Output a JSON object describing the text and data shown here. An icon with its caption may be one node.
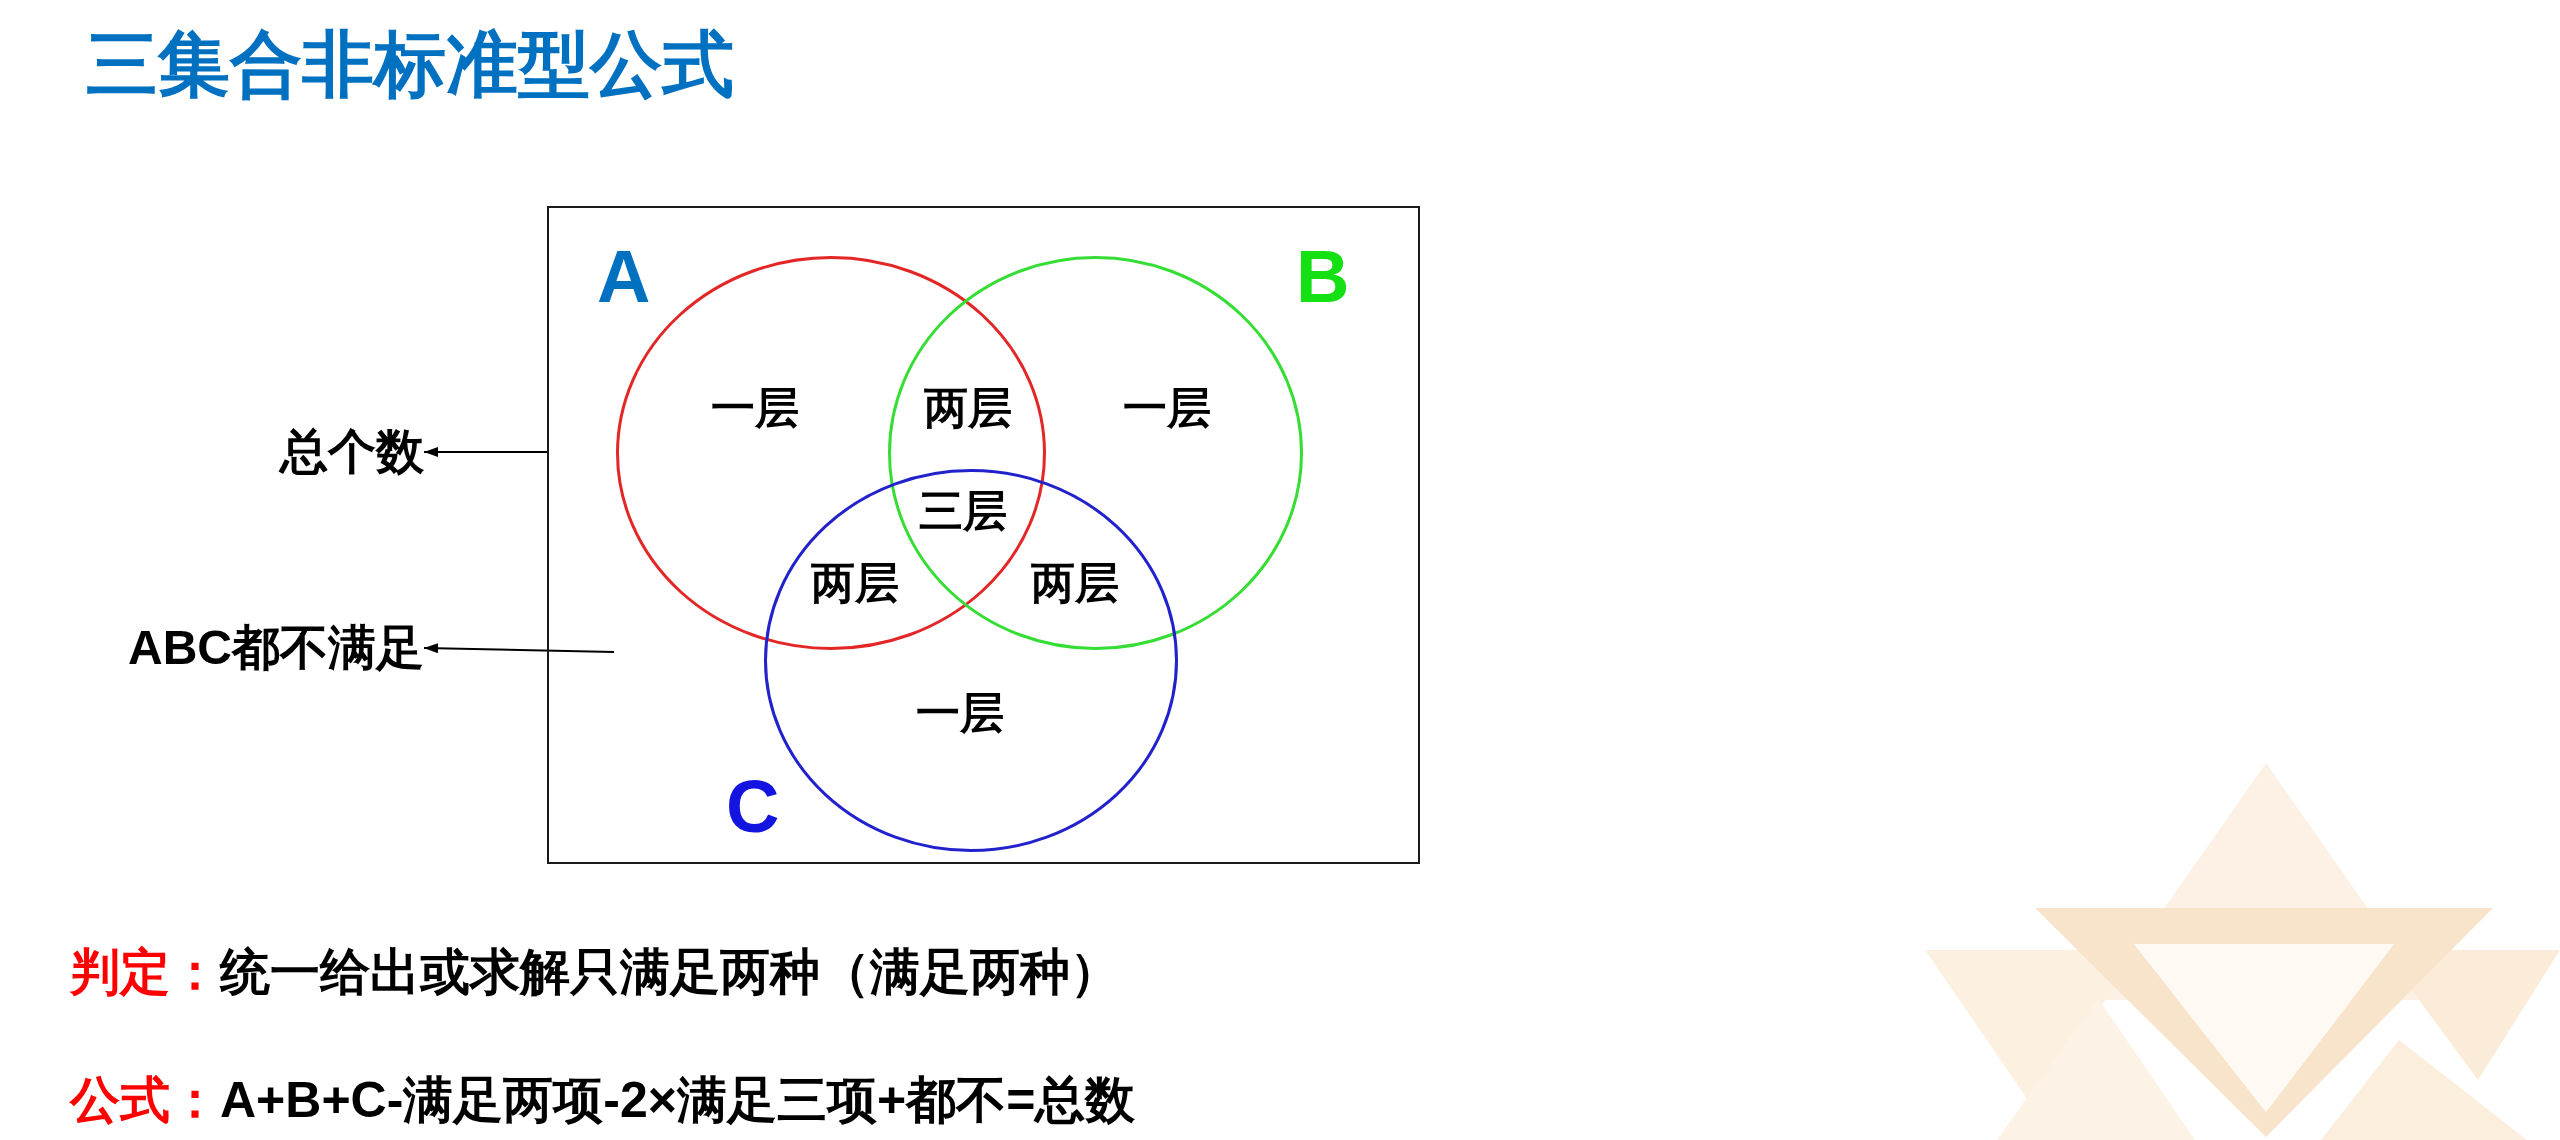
{
  "diagram": {
    "title": "三集合非标准型公式",
    "nodes": [
      {
        "text": [],
        "shape": "box"
      },
      {
        "text": [
          "A"
        ],
        "in": 0
      },
      {
        "text": [
          "B"
        ],
        "in": 0
      },
      {
        "text": [
          "C"
        ],
        "in": 0
      },
      {
        "text": [
          "总个数"
        ]
      },
      {
        "text": [
          "ABC都不满足"
        ]
      }
    ],
    "edges": [
      {
        "from": 0,
        "to": 4,
        "arrow": "to"
      },
      {
        "from": null,
        "to": 5,
        "arrow": "to"
      }
    ],
    "labels": [
      "一层",
      "两层",
      "一层",
      "三层",
      "两层",
      "两层",
      "一层",
      "判定：",
      "统一给出或求解只满足两种（满足两种）",
      "公式：",
      "A+B+C-满足两项-2×满足三项+都不=总数"
    ]
  }
}
